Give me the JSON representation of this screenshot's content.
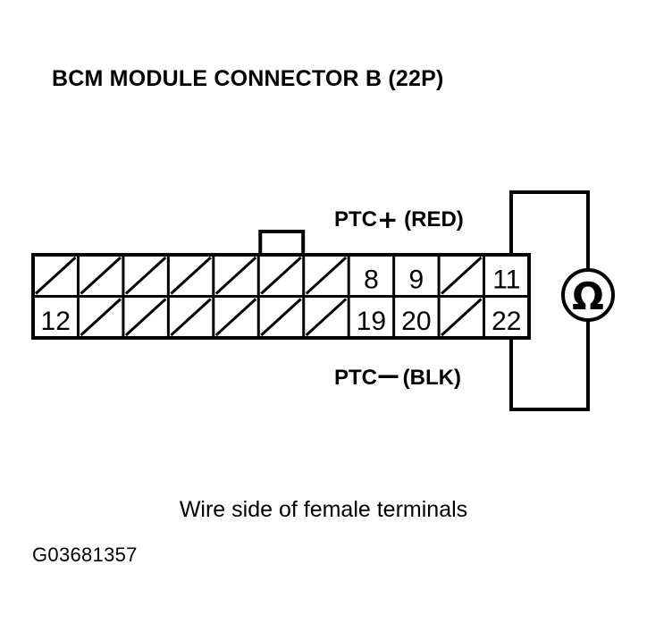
{
  "title": "BCM MODULE CONNECTOR B (22P)",
  "caption": "Wire side of female terminals",
  "figure_id": "G03681357",
  "labels": {
    "positive": {
      "prefix": "PTC",
      "sign": "+",
      "wire": "(RED)"
    },
    "negative": {
      "prefix": "PTC",
      "sign": "––",
      "wire": "(BLK)"
    }
  },
  "meter": {
    "type": "ohmmeter",
    "symbol": "Ω"
  },
  "connector": {
    "name": "BCM MODULE CONNECTOR B",
    "pin_count": "22P",
    "columns": 11,
    "rows": 2,
    "has_locking_tab": true,
    "tab_column_index": 5,
    "top_row": [
      {
        "col": 1,
        "label": "",
        "blank": true
      },
      {
        "col": 2,
        "label": "",
        "blank": true
      },
      {
        "col": 3,
        "label": "",
        "blank": true
      },
      {
        "col": 4,
        "label": "",
        "blank": true
      },
      {
        "col": 5,
        "label": "",
        "blank": true
      },
      {
        "col": 6,
        "label": "",
        "blank": true
      },
      {
        "col": 7,
        "label": "",
        "blank": true
      },
      {
        "col": 8,
        "label": "8",
        "blank": false
      },
      {
        "col": 9,
        "label": "9",
        "blank": false
      },
      {
        "col": 10,
        "label": "",
        "blank": true
      },
      {
        "col": 11,
        "label": "11",
        "blank": false
      }
    ],
    "bottom_row": [
      {
        "col": 1,
        "label": "12",
        "blank": false
      },
      {
        "col": 2,
        "label": "",
        "blank": true
      },
      {
        "col": 3,
        "label": "",
        "blank": true
      },
      {
        "col": 4,
        "label": "",
        "blank": true
      },
      {
        "col": 5,
        "label": "",
        "blank": true
      },
      {
        "col": 6,
        "label": "",
        "blank": true
      },
      {
        "col": 7,
        "label": "",
        "blank": true
      },
      {
        "col": 8,
        "label": "19",
        "blank": false
      },
      {
        "col": 9,
        "label": "20",
        "blank": false
      },
      {
        "col": 10,
        "label": "",
        "blank": true
      },
      {
        "col": 11,
        "label": "22",
        "blank": false
      }
    ]
  },
  "colors": {
    "ink": "#000000",
    "paper": "#ffffff"
  }
}
